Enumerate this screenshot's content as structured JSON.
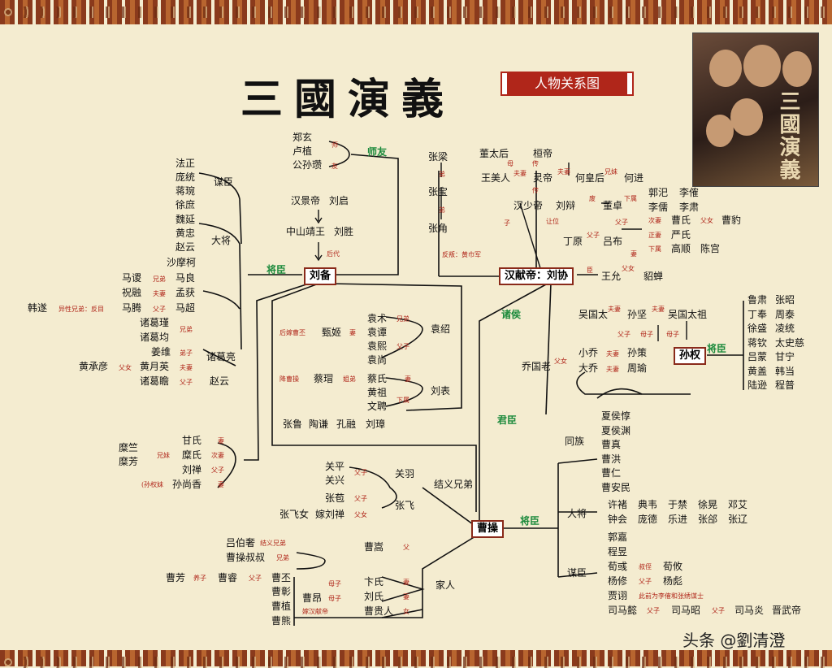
{
  "header": {
    "title": "三國演義",
    "subtitle": "人物关系图"
  },
  "watermark": "头条 @劉清澄",
  "hubs": {
    "liubei": "刘备",
    "xiandi": "汉献帝：刘协",
    "sunquan": "孙权",
    "caocao": "曹操"
  },
  "relations": {
    "shiyou": "师友",
    "jiangchen": "将臣",
    "zhuhou": "诸侯",
    "junchen": "君臣",
    "jiangchen2": "将臣",
    "jiangchen3": "将臣"
  },
  "liubei_side": {
    "shiyou_people": [
      "郑玄",
      "卢植",
      "公孙瓒"
    ],
    "shiyou_tags": [
      "师",
      "友"
    ],
    "ancestry": [
      "汉景帝",
      "刘启",
      "中山靖王",
      "刘胜"
    ],
    "ancestry_tag": "后代",
    "mouchen_label": "谋臣",
    "mouchen": [
      "法正",
      "庞统",
      "蒋琬",
      "徐庶"
    ],
    "dajiang_label": "大将",
    "dajiang": [
      "魏延",
      "黄忠",
      "赵云",
      "沙摩柯"
    ],
    "rows": [
      {
        "a": "马谡",
        "tag": "兄弟",
        "b": "马良"
      },
      {
        "a": "祝融",
        "tag": "夫妻",
        "b": "孟获"
      },
      {
        "a": "韩遂",
        "tag": "异性兄弟：反目",
        "b": "马腾",
        "tag2": "父子",
        "c": "马超"
      }
    ],
    "zhuge_group": [
      "诸葛瑾",
      "诸葛均"
    ],
    "zhuge_tag": "兄弟",
    "jiangwei": "姜维",
    "jiangwei_tag": "弟子",
    "huang": {
      "a": "黄承彦",
      "tag": "父女",
      "b": "黄月英",
      "tag2": "夫妻"
    },
    "zhuge_zhan": "诸葛瞻",
    "zhuge_zhan_tag": "父子",
    "zhuge_liang": "诸葛亮",
    "zhaoyun": "赵云"
  },
  "wives": {
    "gan": "甘氏",
    "gan_tag": "妻",
    "mi_brothers": [
      "糜竺",
      "糜芳"
    ],
    "mi_tag": "兄妹",
    "mi": "糜氏",
    "mi_tag2": "次妻",
    "liushan": "刘禅",
    "liushan_tag": "父子",
    "sun_prefix": "(孙权妹",
    "sun": "孙尚香",
    "sun_tag": "妻"
  },
  "yellow_turban": {
    "people": [
      "张梁",
      "张宝",
      "张角"
    ],
    "tags": [
      "弟",
      "弟"
    ],
    "note": "反叛：黄巾军"
  },
  "han_court": {
    "dong": "董太后",
    "huan": "桓帝",
    "wang": "王美人",
    "ling": "灵帝",
    "he": "何皇后",
    "hejin": "何进",
    "shao": "汉少帝",
    "liubian": "刘辩",
    "dongzhuo": "董卓",
    "tags": [
      "母",
      "夫妻",
      "传",
      "夫妻",
      "兄妹",
      "传",
      "废",
      "下属",
      "子",
      "让位"
    ],
    "guosi": "郭汜",
    "lijue": "李傕",
    "lirui": "李儒",
    "lisu": "李肃",
    "dingyuan": "丁原",
    "lvbu": "吕布",
    "fuzi": "父子",
    "cao_shi": "曹氏",
    "fu_nv": "父女",
    "cao_bao": "曹豹",
    "ci_qi": "次妻",
    "yan_shi": "严氏",
    "zheng_qi": "正妻",
    "gaoshun": "高顺",
    "chengong": "陈宫",
    "xia_shu": "下属",
    "wangyun": "王允",
    "diaochan": "貂蝉",
    "chen": "臣",
    "fu_nv2": "父女",
    "qi": "妻"
  },
  "yuan_liu": {
    "yuanshu": "袁术",
    "xiongdi": "兄弟",
    "yuanshao": "袁绍",
    "zhenji": "甄姬",
    "zhenji_note": "后嫁曹丕",
    "qi": "妻",
    "yuantan": "袁谭",
    "yuanxi": "袁熙",
    "yuanshang": "袁尚",
    "fuzi": "父子",
    "caimao": "蔡瑁",
    "caimao_note": "降曹操",
    "jiedi": "姐弟",
    "caishi": "蔡氏",
    "qi2": "妻",
    "huangzu": "黄祖",
    "wenpin": "文聘",
    "xiashu": "下属",
    "liubiao": "刘表",
    "bottom": [
      "张鲁",
      "陶谦",
      "孔融",
      "刘璋"
    ]
  },
  "wu_side": {
    "wuguotai": "吴国太",
    "sunjian": "孙坚",
    "wuguotaizu": "吴国太祖",
    "fuqi": "夫妻",
    "fuqi2": "夫妻",
    "fuzi": "父子",
    "muzi": "母子",
    "muzi2": "母子",
    "qiaoguolao": "乔国老",
    "xiaoqiao": "小乔",
    "daqiao": "大乔",
    "funv": "父女",
    "sunce": "孙策",
    "zhouyu": "周瑜",
    "fuqi3": "夫妻",
    "fuqi4": "夫妻",
    "generals": [
      [
        "鲁肃",
        "张昭"
      ],
      [
        "丁奉",
        "周泰"
      ],
      [
        "徐盛",
        "凌统"
      ],
      [
        "蒋钦",
        "太史慈"
      ],
      [
        "吕蒙",
        "甘宁"
      ],
      [
        "黄盖",
        "韩当"
      ],
      [
        "陆逊",
        "程普"
      ]
    ]
  },
  "shu_brothers": {
    "guanping": "关平",
    "guanxing": "关兴",
    "fuzi": "父子",
    "guanyu": "关羽",
    "jieyi": "结义兄弟",
    "zhangbao": "张苞",
    "fuzi2": "父子",
    "zhangfei": "张飞",
    "zhangfeinv": "张飞女",
    "jia": "嫁刘禅",
    "funv": "父女"
  },
  "cao_family": {
    "lvboshe": "吕伯奢",
    "jieyi": "结义兄弟",
    "shushu": "曹操叔叔",
    "xiongdi": "兄弟",
    "caosong": "曹嵩",
    "fu": "父",
    "caofang": "曹芳",
    "yangzi": "养子",
    "caorui": "曹睿",
    "fuzi": "父子",
    "caopi": "曹丕",
    "caozhang": "曹彰",
    "caozhi": "曹植",
    "caoxiong": "曹熊",
    "caoang": "曹昂",
    "muzi": "母子",
    "bianshi": "卞氏",
    "qi": "妻",
    "muzi2": "母子",
    "liushi": "刘氏",
    "qi2": "妻",
    "jiaxian": "嫁汉献帝",
    "caoguiren": "曹贵人",
    "nv": "女",
    "jiaren": "家人"
  },
  "wei_side": {
    "zongzu_label": "同族",
    "zongzu": [
      "夏侯惇",
      "夏侯渊",
      "曹真",
      "曹洪",
      "曹仁",
      "曹安民"
    ],
    "dajiang_label": "大将",
    "dajiang": [
      [
        "许褚",
        "典韦",
        "于禁",
        "徐晃",
        "邓艾"
      ],
      [
        "钟会",
        "庞德",
        "乐进",
        "张郃",
        "张辽"
      ]
    ],
    "mouchen_label": "谋臣",
    "mouchen": [
      "郭嘉",
      "程昱"
    ],
    "xunyu": "荀彧",
    "shuzhi": "叔侄",
    "xunyou": "荀攸",
    "yangxiu": "杨修",
    "fuzi": "父子",
    "yangbiao": "杨彪",
    "jiaxu": "贾诩",
    "jiaxu_note": "此前为李傕和张绣谋士",
    "simayi": "司马懿",
    "fuzi2": "父子",
    "simazhao": "司马昭",
    "fuzi3": "父子",
    "simayan": "司马炎",
    "jinwudi": "晋武帝"
  }
}
